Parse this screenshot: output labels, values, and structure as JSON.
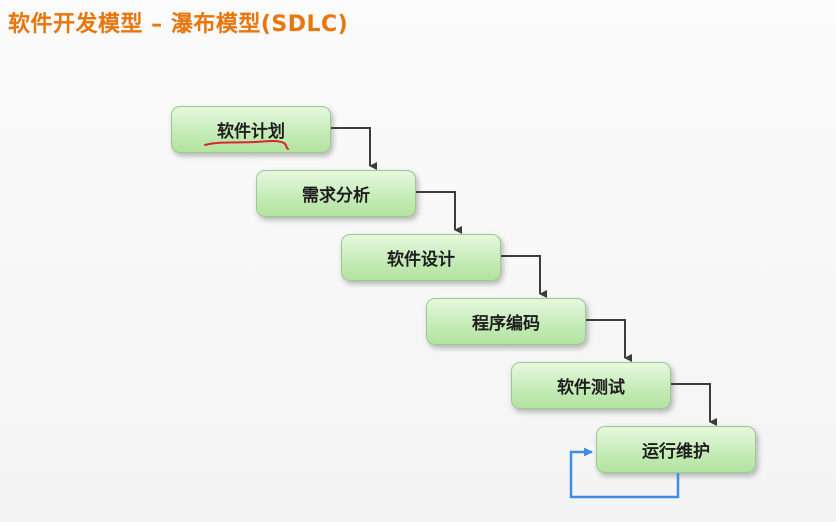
{
  "slide": {
    "title": "软件开发模型 – 瀑布模型(SDLC)"
  },
  "diagram": {
    "type": "waterfall",
    "steps": [
      {
        "label": "软件计划"
      },
      {
        "label": "需求分析"
      },
      {
        "label": "软件设计"
      },
      {
        "label": "程序编码"
      },
      {
        "label": "软件测试"
      },
      {
        "label": "运行维护"
      }
    ],
    "colors": {
      "title": "#e9760a",
      "arrow": "#3c3c3c",
      "loop_arrow": "#3d8ee0",
      "underline": "#d8262a"
    }
  }
}
